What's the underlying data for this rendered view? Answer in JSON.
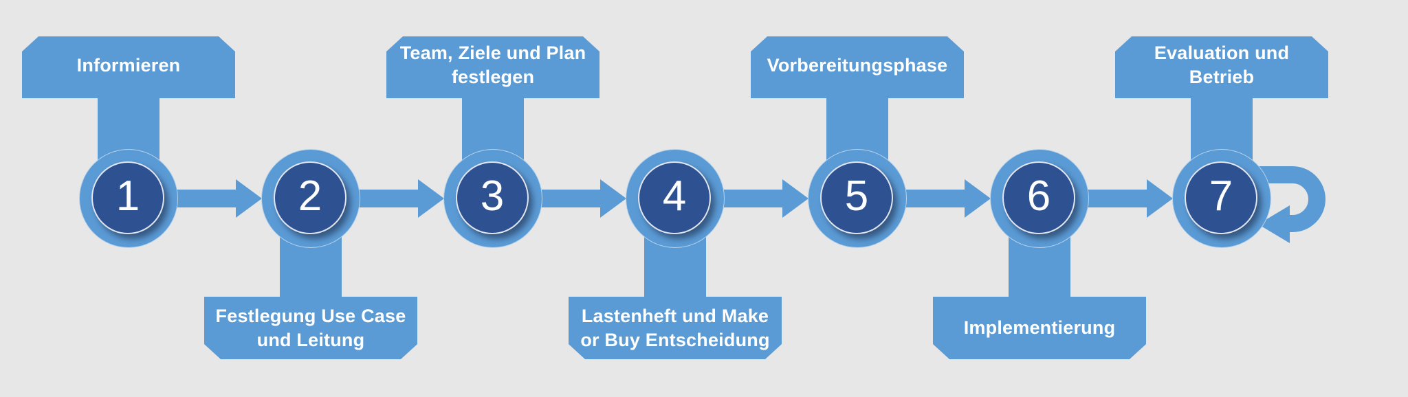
{
  "diagram": {
    "type": "process-flow",
    "background_color": "#e7e7e7",
    "accent_color": "#5b9bd5",
    "circle_color": "#2e5191",
    "text_color": "#ffffff",
    "steps": [
      {
        "number": "1",
        "label": "Informieren",
        "label_position": "top"
      },
      {
        "number": "2",
        "label": "Festlegung Use Case\nund Leitung",
        "label_position": "bottom"
      },
      {
        "number": "3",
        "label": "Team, Ziele und Plan\nfestlegen",
        "label_position": "top"
      },
      {
        "number": "4",
        "label": "Lastenheft und Make\nor Buy Entscheidung",
        "label_position": "bottom"
      },
      {
        "number": "5",
        "label": "Vorbereitungsphase",
        "label_position": "top"
      },
      {
        "number": "6",
        "label": "Implementierung",
        "label_position": "bottom"
      },
      {
        "number": "7",
        "label": "Evaluation und\nBetrieb",
        "label_position": "top"
      }
    ],
    "arrows": [
      {
        "from": "1",
        "to": "2",
        "type": "forward"
      },
      {
        "from": "2",
        "to": "3",
        "type": "forward"
      },
      {
        "from": "3",
        "to": "4",
        "type": "forward"
      },
      {
        "from": "4",
        "to": "5",
        "type": "forward"
      },
      {
        "from": "5",
        "to": "6",
        "type": "forward"
      },
      {
        "from": "6",
        "to": "7",
        "type": "forward"
      },
      {
        "from": "7",
        "to": "7",
        "type": "self-loop"
      }
    ]
  }
}
